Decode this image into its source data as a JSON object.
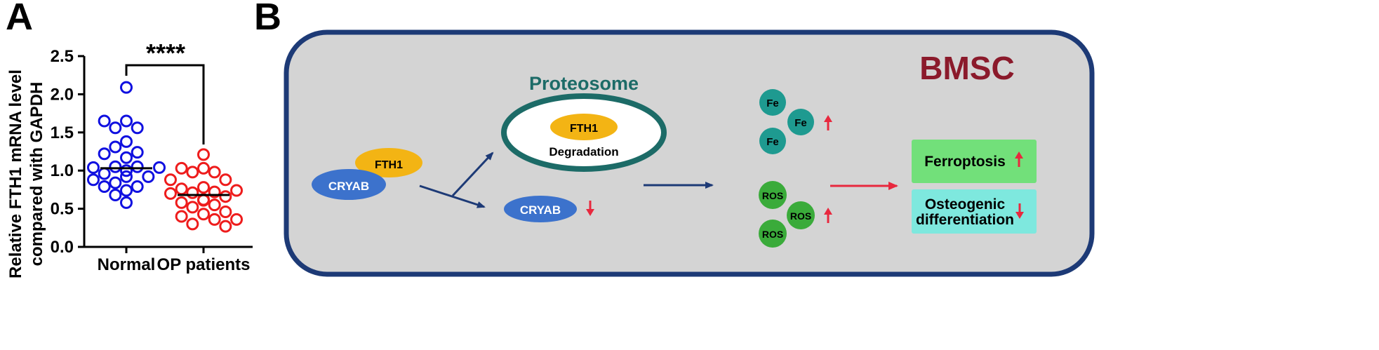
{
  "panel_a": {
    "letter": "A"
  },
  "panel_b": {
    "letter": "B"
  },
  "chart_data": {
    "type": "scatter",
    "title": "",
    "ylabel_lines": [
      "Relative FTH1 mRNA level",
      "compared with GAPDH"
    ],
    "xlabel": "",
    "categories": [
      "Normal",
      "OP patients"
    ],
    "ylim": [
      0,
      2.5
    ],
    "yticks": [
      0.0,
      0.5,
      1.0,
      1.5,
      2.0,
      2.5
    ],
    "ytick_labels": [
      "0.0",
      "0.5",
      "1.0",
      "1.5",
      "2.0",
      "2.5"
    ],
    "significance": "****",
    "series": [
      {
        "category": "Normal",
        "color": "#1010e0",
        "mean": 1.03,
        "values": [
          2.09,
          1.65,
          1.65,
          1.56,
          1.56,
          1.38,
          1.31,
          1.24,
          1.22,
          1.17,
          1.05,
          1.05,
          1.04,
          1.04,
          1.0,
          0.96,
          0.92,
          0.92,
          0.88,
          0.84,
          0.79,
          0.79,
          0.74,
          0.68,
          0.58
        ]
      },
      {
        "category": "OP patients",
        "color": "#ee1c1c",
        "mean": 0.68,
        "values": [
          1.21,
          1.03,
          1.03,
          0.98,
          0.98,
          0.88,
          0.88,
          0.78,
          0.76,
          0.74,
          0.72,
          0.71,
          0.7,
          0.66,
          0.62,
          0.61,
          0.58,
          0.55,
          0.52,
          0.46,
          0.43,
          0.4,
          0.36,
          0.36,
          0.3,
          0.27
        ]
      }
    ]
  },
  "diagram": {
    "cell_label": "BMSC",
    "proteasome_label": "Proteosome",
    "fth1": "FTH1",
    "degradation": "Degradation",
    "cryab": "CRYAB",
    "fe": "Fe",
    "ros": "ROS",
    "ferroptosis": "Ferroptosis",
    "osteogenic_line1": "Osteogenic",
    "osteogenic_line2": "differentiation",
    "colors": {
      "cell_fill": "#d4d4d4",
      "cell_border": "#1d3a76",
      "fth1": "#f3b414",
      "cryab": "#3c72cc",
      "fe": "#1e9a90",
      "ros": "#3aab3a",
      "ferroptosis_box": "#72e07a",
      "osteo_box": "#7ee8de",
      "arrow_blue": "#1d3a76",
      "arrow_red": "#e8283e"
    }
  }
}
